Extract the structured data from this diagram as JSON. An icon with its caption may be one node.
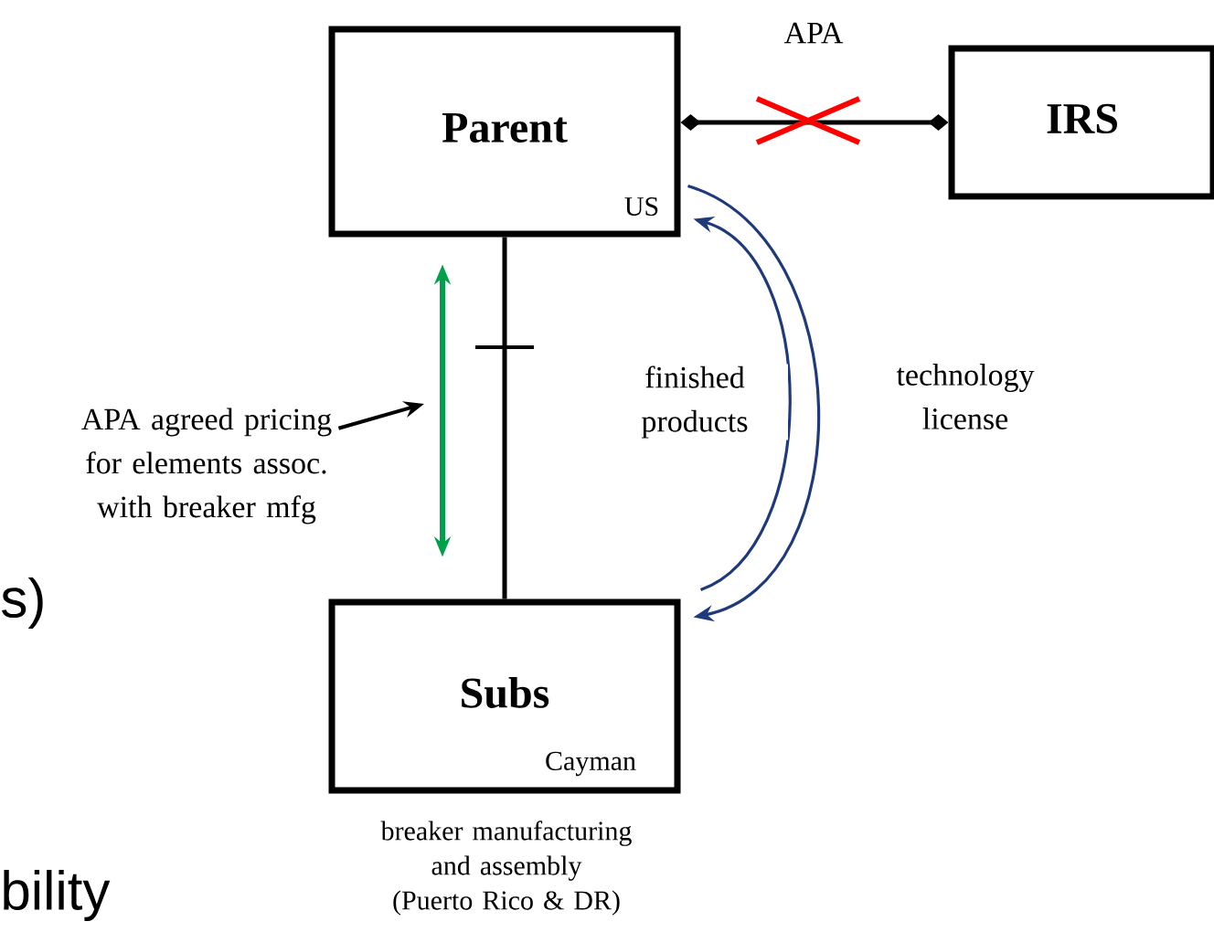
{
  "diagram": {
    "nodes": [
      {
        "text": [
          "Parent",
          "US"
        ]
      },
      {
        "text": [
          "IRS"
        ]
      },
      {
        "text": [
          "Subs",
          "Cayman"
        ],
        "beside": [
          "breaker manufacturing and assembly (Puerto Rico & DR)"
        ]
      },
      {
        "text": [
          "APA agreed pricing for elements assoc. with breaker mfg"
        ]
      }
    ],
    "edges": [
      {
        "from": 0,
        "to": 1,
        "arrow": "other",
        "label": "APA"
      },
      {
        "from": 0,
        "to": 2,
        "arrow": "none"
      },
      {
        "from": 0,
        "to": 2,
        "arrow": "both",
        "color": "#00a04a"
      },
      {
        "from": 0,
        "to": 2,
        "arrow": "to",
        "label": "technology license",
        "color": "#1f3a7a"
      },
      {
        "from": 2,
        "to": 0,
        "arrow": "to",
        "label": "finished products",
        "color": "#1f3a7a"
      },
      {
        "from": 3,
        "to": null,
        "arrow": "to"
      }
    ],
    "labels": [
      "s)",
      "bility"
    ]
  }
}
